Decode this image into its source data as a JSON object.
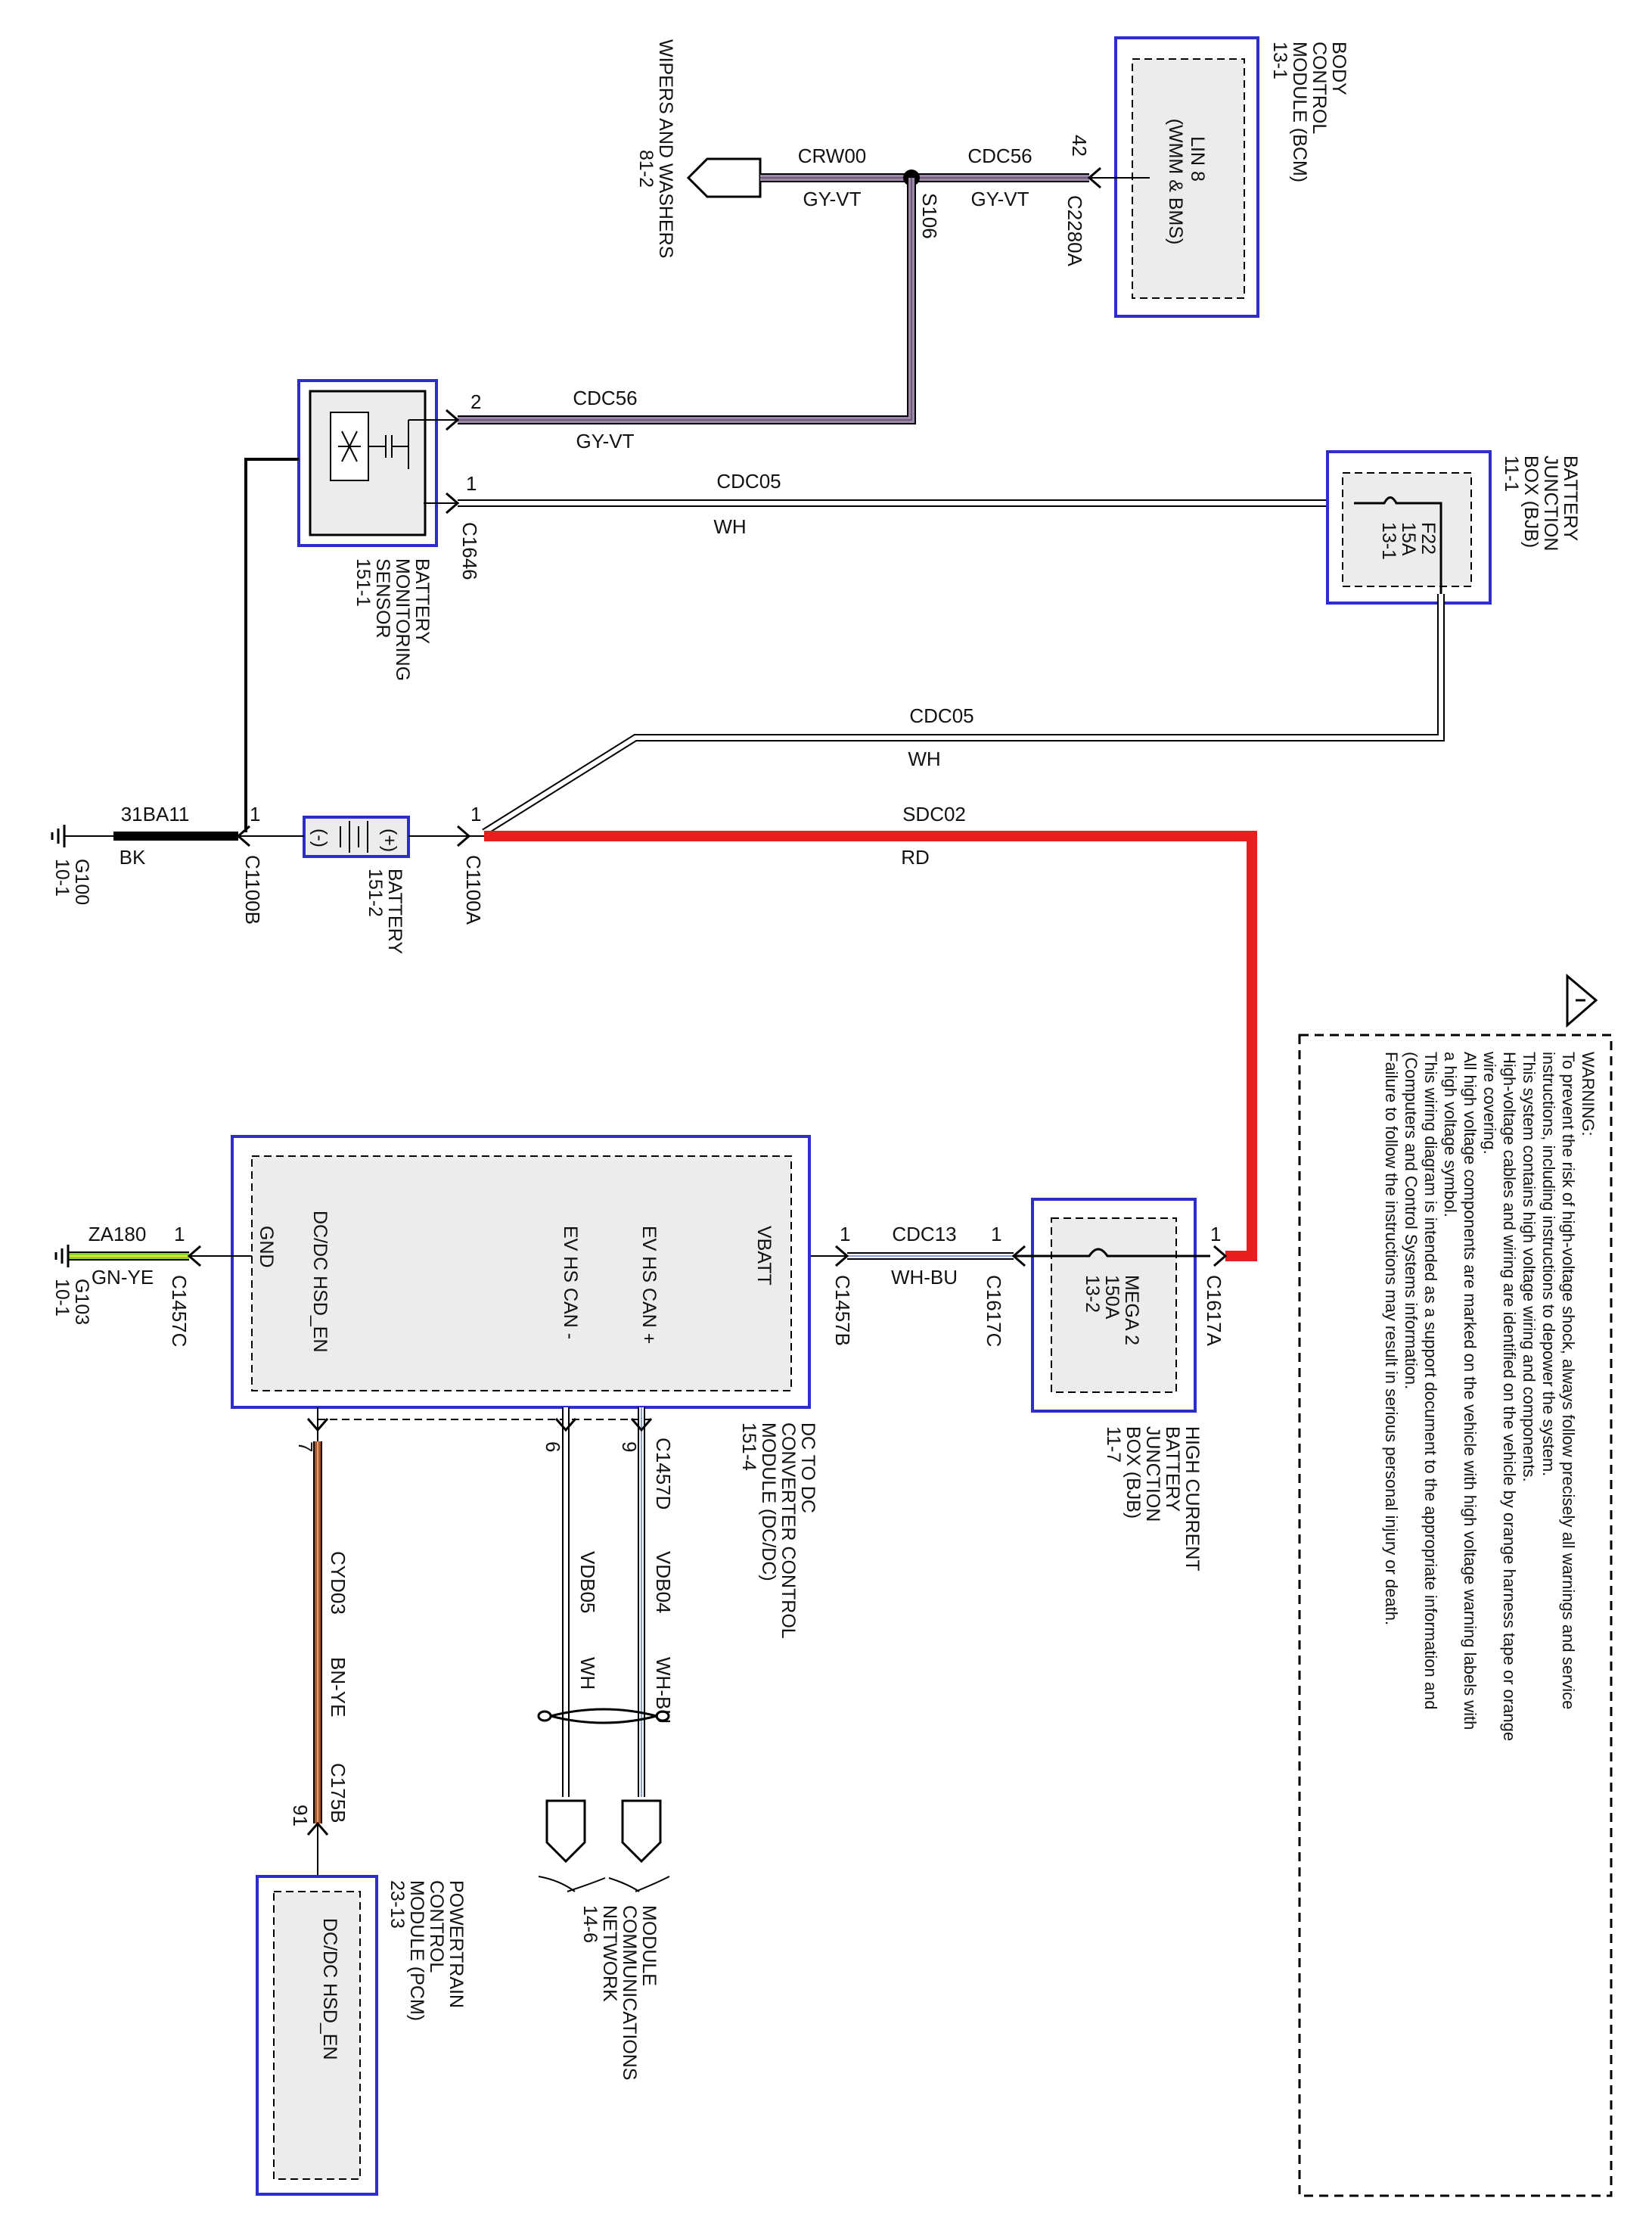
{
  "warning": {
    "title": "WARNING:",
    "lines": [
      "To prevent the risk of high-voltage shock, always follow precisely all warnings and service",
      "instructions, including instructions to depower the system.",
      "This system contains high voltage wiring and components.",
      "High-voltage cables and wiring are identified on the vehicle by orange harness tape or orange",
      "wire covering.",
      "All high voltage components are marked on the vehicle with high voltage warning labels with",
      "a high voltage symbol.",
      "This wiring diagram is intended as a support document to the appropriate information and",
      "(Computers and Control Systems information.",
      "Failure to follow the instructions may result in serious personal injury or death."
    ]
  },
  "components": {
    "bcm": {
      "lines": [
        "BODY",
        "CONTROL",
        "MODULE (BCM)",
        "13-1"
      ],
      "pin_label": [
        "LIN 8",
        "(WMM & BMS)"
      ]
    },
    "wipers": {
      "lines": [
        "WIPERS AND WASHERS",
        "81-2"
      ]
    },
    "bjb": {
      "lines": [
        "BATTERY",
        "JUNCTION",
        "BOX (BJB)",
        "11-1"
      ],
      "fuse": [
        "F22",
        "15A",
        "13-1"
      ]
    },
    "bms": {
      "lines": [
        "BATTERY",
        "MONITORING",
        "SENSOR",
        "151-1"
      ]
    },
    "battery": {
      "lines": [
        "BATTERY",
        "151-2"
      ],
      "neg": "(-)",
      "pos": "(+)"
    },
    "g100": {
      "lines": [
        "G100",
        "10-1"
      ]
    },
    "hcbjb": {
      "lines": [
        "HIGH CURRENT",
        "BATTERY",
        "JUNCTION",
        "BOX (BJB)",
        "11-7"
      ],
      "fuse": [
        "MEGA 2",
        "150A",
        "13-2"
      ]
    },
    "dcdc": {
      "lines": [
        "DC TO DC",
        "CONVERTER CONTROL",
        "MODULE (DC/DC)",
        "151-4"
      ],
      "pins": {
        "vbatt": "VBATT",
        "can_plus": "EV HS CAN +",
        "can_minus": "EV HS CAN -",
        "hsd_en": "DC/DC HSD_EN",
        "gnd": "GND"
      }
    },
    "g103": {
      "lines": [
        "G103",
        "10-1"
      ]
    },
    "mcn": {
      "lines": [
        "MODULE",
        "COMMUNICATIONS",
        "NETWORK",
        "14-6"
      ]
    },
    "pcm": {
      "lines": [
        "POWERTRAIN",
        "CONTROL",
        "MODULE (PCM)",
        "23-13"
      ],
      "pin_label": "DC/DC HSD_EN"
    }
  },
  "connectors": {
    "c2280a": "C2280A",
    "s106": "S106",
    "c1646": "C1646",
    "c1100a": "C1100A",
    "c1100b": "C1100B",
    "c1617a": "C1617A",
    "c1617c": "C1617C",
    "c1457b": "C1457B",
    "c1457c": "C1457C",
    "c1457d": "C1457D",
    "c175b": "C175B"
  },
  "pins": {
    "bcm_42": "42",
    "bms_2": "2",
    "bms_1": "1",
    "c1100a_1": "1",
    "c1100b_1": "1",
    "c1617a_1": "1",
    "c1617c_1": "1",
    "c1457b_1": "1",
    "c1457c_1": "1",
    "c1457d_9": "9",
    "c1457d_6": "6",
    "c1457d_7": "7",
    "c175b_91": "91"
  },
  "wires": {
    "crw00": {
      "circuit": "CRW00",
      "color": "GY-VT"
    },
    "cdc56_bcm": {
      "circuit": "CDC56",
      "color": "GY-VT"
    },
    "cdc56_bms": {
      "circuit": "CDC56",
      "color": "GY-VT"
    },
    "cdc05_bms": {
      "circuit": "CDC05",
      "color": "WH"
    },
    "cdc05_batt": {
      "circuit": "CDC05",
      "color": "WH"
    },
    "sdc02": {
      "circuit": "SDC02",
      "color": "RD"
    },
    "ba11": {
      "circuit": "31BA11",
      "color": "BK"
    },
    "cdc13": {
      "circuit": "CDC13",
      "color": "WH-BU"
    },
    "za180": {
      "circuit": "ZA180",
      "color": "GN-YE"
    },
    "vdb04": {
      "circuit": "VDB04",
      "color": "WH-BU"
    },
    "vdb05": {
      "circuit": "VDB05",
      "color": "WH"
    },
    "cyd03": {
      "circuit": "CYD03",
      "color": "BN-YE"
    }
  },
  "colors": {
    "module_border": "#2d2dcc",
    "module_fill": "#ececec",
    "wire_gy_vt_base": "#9a86a8",
    "wire_gy_vt_stripe": "#6a5c74",
    "wire_red": "#e61e1e",
    "wire_black": "#111111",
    "wire_gn_ye": "#8fd12a",
    "wire_gn_ye_stripe": "#e8e83a",
    "wire_bn_ye": "#b0552a",
    "wire_bn_ye_stripe": "#e0a070",
    "wire_wh_bu_stripe": "#8aa0d8"
  }
}
